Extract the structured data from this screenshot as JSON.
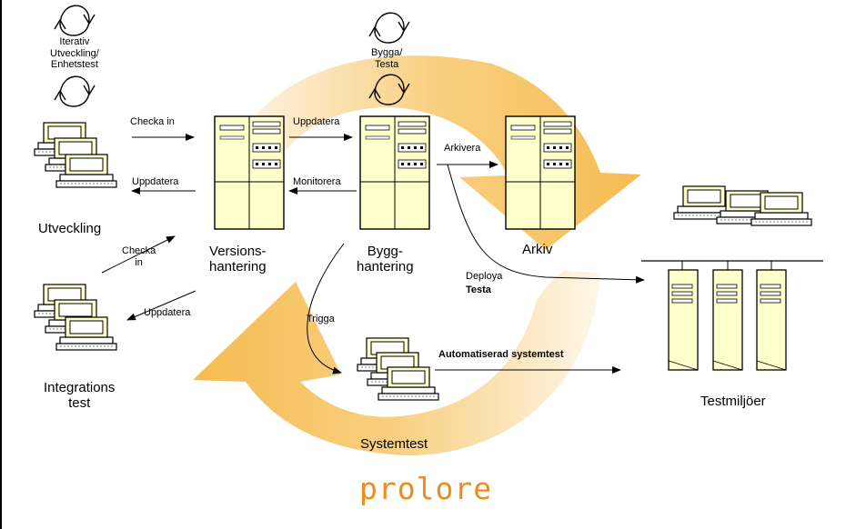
{
  "labels": {
    "iterativ": "Iterativ\nUtveckling/\nEnhetstest",
    "bygga_testa": "Bygga/\nTesta",
    "checka_in_top": "Checka in",
    "uppdatera_left": "Uppdatera",
    "uppdatera_mid": "Uppdatera",
    "monitorera": "Monitorera",
    "arkivera": "Arkivera",
    "checka_in_low": "Checka\nin",
    "uppdatera_low": "Uppdatera",
    "deploya": "Deploya",
    "testa": "Testa",
    "trigga": "Trigga",
    "automatiserad": "Automatiserad systemtest"
  },
  "nodes": {
    "utveckling": "Utveckling",
    "versionshantering": "Versions-\nhantering",
    "bygghantering": "Bygg-\nhantering",
    "arkiv": "Arkiv",
    "integrationstest": "Integrations\ntest",
    "systemtest": "Systemtest",
    "testmiljoer": "Testmiljöer"
  },
  "logo": "prolore",
  "colors": {
    "cycle": "#f7c76a",
    "server": "#ffffcc",
    "logo": "#f08a1c"
  },
  "icons": [
    "circular-arrow-icon",
    "desktop-computers-icon",
    "server-tower-icon",
    "network-icon"
  ]
}
